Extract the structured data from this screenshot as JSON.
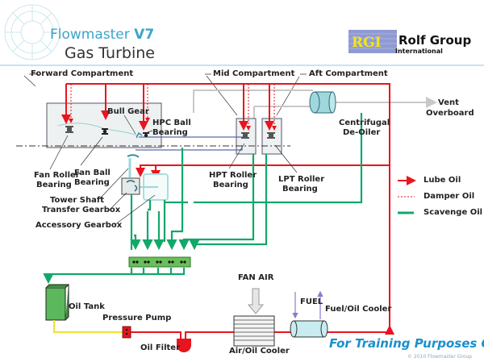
{
  "header": {
    "title_line1_a": "Flowmaster ",
    "title_line1_b": "V7",
    "title_line2": "Gas Turbine",
    "logo_mark": "RGI",
    "logo_name": "Rolf Group",
    "logo_sub": "International"
  },
  "labels": {
    "forward_compartment": "Forward Compartment",
    "mid_compartment": "Mid Compartment",
    "aft_compartment": "Aft Compartment",
    "bull_gear": "Bull Gear",
    "hpc_ball_1": "HPC Ball",
    "hpc_ball_2": "Bearing",
    "fan_roller_1": "Fan Roller",
    "fan_roller_2": "Bearing",
    "fan_ball_1": "Fan Ball",
    "fan_ball_2": "Bearing",
    "tower_shaft_1": "Tower Shaft",
    "tower_shaft_2": "Transfer Gearbox",
    "accessory_gearbox": "Accessory Gearbox",
    "hpt_roller_1": "HPT Roller",
    "hpt_roller_2": "Bearing",
    "lpt_roller_1": "LPT Roller",
    "lpt_roller_2": "Bearing",
    "deoiler_1": "Centrifugal",
    "deoiler_2": "De-Oiler",
    "vent_1": "Vent",
    "vent_2": "Overboard",
    "oil_tank": "Oil Tank",
    "pressure_pump": "Pressure Pump",
    "oil_filter": "Oil Filter",
    "fan_air": "FAN AIR",
    "air_oil_cooler": "Air/Oil Cooler",
    "fuel": "FUEL",
    "fuel_oil_cooler": "Fuel/Oil Cooler"
  },
  "legend": [
    {
      "label": "Lube Oil",
      "color": "#e8141e",
      "style": "arrow"
    },
    {
      "label": "Damper Oil",
      "color": "#e8141e",
      "style": "dotted"
    },
    {
      "label": "Scavenge Oil",
      "color": "#12a86a",
      "style": "solid"
    }
  ],
  "footer": {
    "training": "For Training Purposes Only",
    "copyright": "© 2010 Flowmaster Group"
  },
  "colors": {
    "lube": "#e8141e",
    "scavenge": "#12a86a",
    "supply": "#f2e03a",
    "vent": "#c8c8c8",
    "shaft": "#5a6aa8",
    "brand_blue": "#3aa6c8",
    "training_blue": "#1a8fcf"
  }
}
